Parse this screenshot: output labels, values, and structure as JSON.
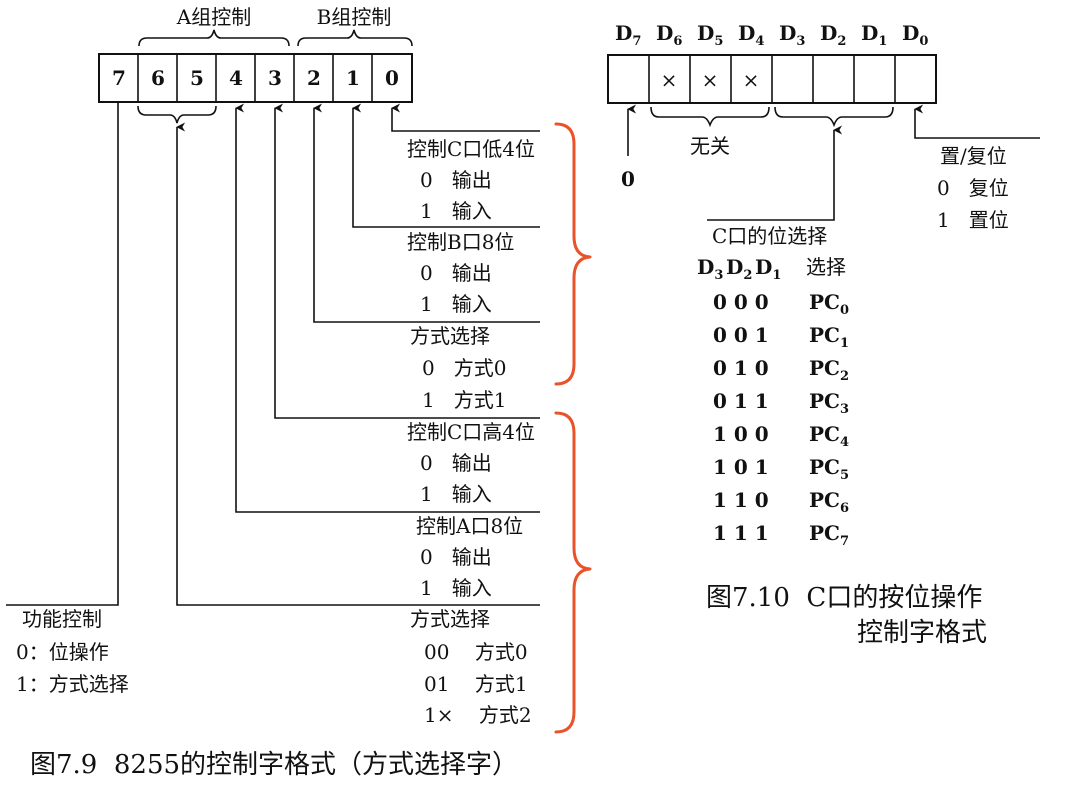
{
  "fig79": {
    "group_a_label": "A组控制",
    "group_b_label": "B组控制",
    "bits": [
      "7",
      "6",
      "5",
      "4",
      "3",
      "2",
      "1",
      "0"
    ],
    "sections": {
      "pc_low": {
        "title": "控制C口低4位",
        "opt0": "0   输出",
        "opt1": "1   输入"
      },
      "pb": {
        "title": "控制B口8位",
        "opt0": "0   输出",
        "opt1": "1   输入"
      },
      "b_mode": {
        "title": "方式选择",
        "opt0": "0   方式0",
        "opt1": "1   方式1"
      },
      "pc_high": {
        "title": "控制C口高4位",
        "opt0": "0   输出",
        "opt1": "1   输入"
      },
      "pa": {
        "title": "控制A口8位",
        "opt0": "0   输出",
        "opt1": "1   输入"
      },
      "a_mode": {
        "title": "方式选择",
        "opt0": "00    方式0",
        "opt1": "01    方式1",
        "opt2": "1×    方式2"
      }
    },
    "function_control": {
      "title": "功能控制",
      "opt0": "0：位操作",
      "opt1": "1：方式选择"
    },
    "caption": "图7.9  8255的控制字格式（方式选择字）"
  },
  "fig710": {
    "bit_headers": [
      {
        "main": "D",
        "sub": "7"
      },
      {
        "main": "D",
        "sub": "6"
      },
      {
        "main": "D",
        "sub": "5"
      },
      {
        "main": "D",
        "sub": "4"
      },
      {
        "main": "D",
        "sub": "3"
      },
      {
        "main": "D",
        "sub": "2"
      },
      {
        "main": "D",
        "sub": "1"
      },
      {
        "main": "D",
        "sub": "0"
      }
    ],
    "cells": [
      "",
      "×",
      "×",
      "×",
      "",
      "",
      "",
      ""
    ],
    "d7_value": "0",
    "dont_care_label": "无关",
    "set_reset": {
      "title": "置/复位",
      "opt0": "0   复位",
      "opt1": "1   置位"
    },
    "bit_select_title": "C口的位选择",
    "table_header_bits": [
      {
        "main": "D",
        "sub": "3"
      },
      {
        "main": "D",
        "sub": "2"
      },
      {
        "main": "D",
        "sub": "1"
      }
    ],
    "table_header_select": "选择",
    "rows": [
      {
        "bits": "0 0 0",
        "pin": "PC",
        "sub": "0"
      },
      {
        "bits": "0 0 1",
        "pin": "PC",
        "sub": "1"
      },
      {
        "bits": "0 1 0",
        "pin": "PC",
        "sub": "2"
      },
      {
        "bits": "0 1 1",
        "pin": "PC",
        "sub": "3"
      },
      {
        "bits": "1 0 0",
        "pin": "PC",
        "sub": "4"
      },
      {
        "bits": "1 0 1",
        "pin": "PC",
        "sub": "5"
      },
      {
        "bits": "1 1 0",
        "pin": "PC",
        "sub": "6"
      },
      {
        "bits": "1 1 1",
        "pin": "PC",
        "sub": "7"
      }
    ],
    "caption_line1": "图7.10  C口的按位操作",
    "caption_line2": "控制字格式"
  }
}
